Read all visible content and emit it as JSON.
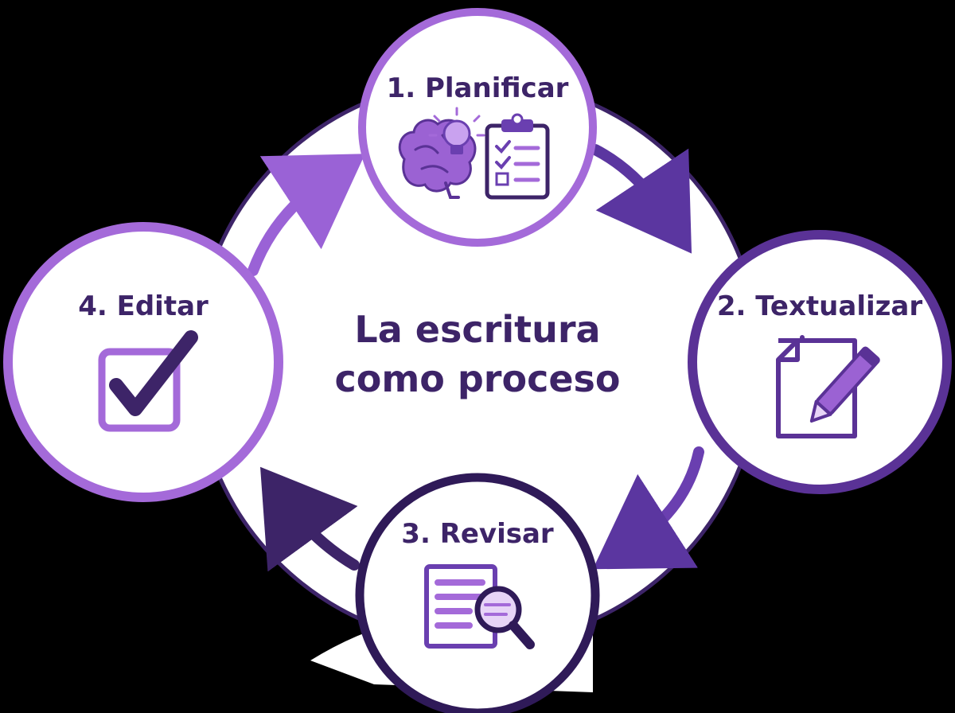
{
  "diagram": {
    "title_line1": "La escritura",
    "title_line2": "como proceso",
    "steps": [
      {
        "label": "1. Planificar",
        "icons": [
          "brain-icon",
          "lightbulb-icon",
          "clipboard-checklist-icon"
        ]
      },
      {
        "label": "2. Textualizar",
        "icons": [
          "document-pencil-icon"
        ]
      },
      {
        "label": "3. Revisar",
        "icons": [
          "document-magnifier-icon"
        ]
      },
      {
        "label": "4. Editar",
        "icons": [
          "checkbox-check-icon"
        ]
      }
    ],
    "colors": {
      "dark_purple": "#3d2468",
      "mid_purple": "#6a3fb0",
      "light_purple": "#a26bd8",
      "background": "#000000",
      "circle_fill": "#ffffff"
    }
  }
}
